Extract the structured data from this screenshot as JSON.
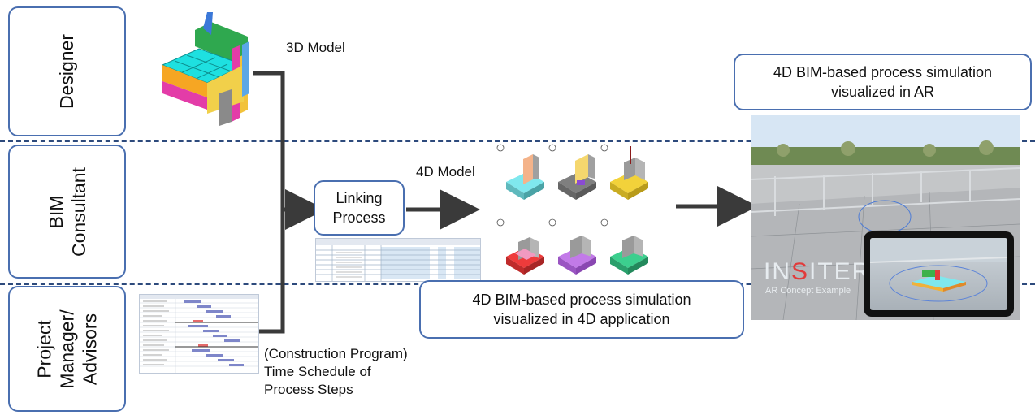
{
  "roles": [
    {
      "id": "designer",
      "label": "Designer"
    },
    {
      "id": "bim-consultant",
      "label": "BIM\nConsultant"
    },
    {
      "id": "project-manager",
      "label": "Project\nManager/\nAdvisors"
    }
  ],
  "labels": {
    "model_3d": "3D Model",
    "model_4d": "4D Model",
    "schedule": "(Construction Program)\nTime Schedule of\nProcess Steps"
  },
  "linking_process": "Linking\nProcess",
  "callouts": {
    "ar": "4D BIM-based process simulation\nvisualized in AR",
    "app": "4D BIM-based process simulation\nvisualized in 4D application"
  },
  "photo_overlay": {
    "brand_prefix": "IN",
    "brand_accent": "S",
    "brand_suffix": "ITER",
    "subtitle": "AR Concept Example"
  },
  "colors": {
    "box_border": "#4a6fb0",
    "divider": "#2d4a7c",
    "arrow": "#3a3a3a",
    "brand_accent": "#e23b3b"
  },
  "steps_4d": [
    {
      "id": "1",
      "accent": "#7fe8ee"
    },
    {
      "id": "2",
      "accent": "#f5d76e"
    },
    {
      "id": "3",
      "accent": "#f2d23a"
    },
    {
      "id": "4",
      "accent": "#ee3b3b"
    },
    {
      "id": "5",
      "accent": "#c27ae8"
    },
    {
      "id": "6",
      "accent": "#3ccf8e"
    }
  ]
}
